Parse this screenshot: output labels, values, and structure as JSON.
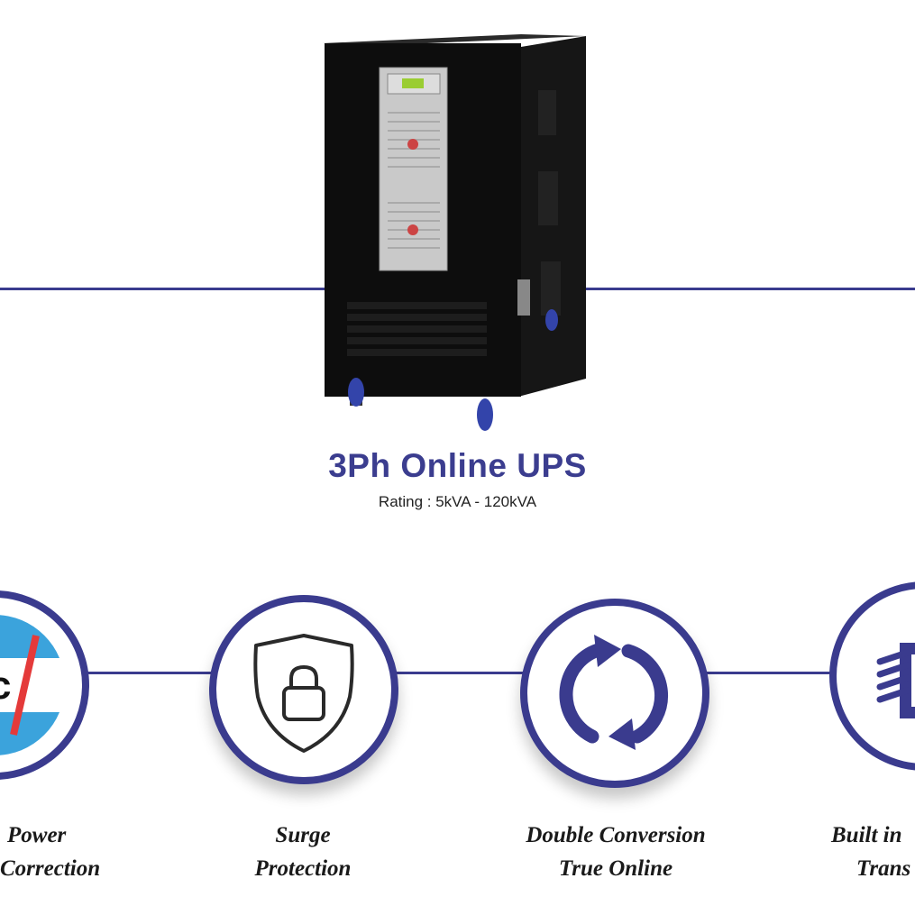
{
  "product": {
    "title": "3Ph Online UPS",
    "rating": "Rating : 5kVA - 120kVA"
  },
  "features": [
    {
      "icon": "power-factor-icon",
      "line1": "Power",
      "line2": "Correction",
      "visible_line1": "Power",
      "visible_line2": "rrection"
    },
    {
      "icon": "shield-lock-icon",
      "line1": "Surge",
      "line2": "Protection"
    },
    {
      "icon": "refresh-cycle-icon",
      "line1": "Double Conversion",
      "line2": "True Online"
    },
    {
      "icon": "transformer-icon",
      "line1": "Built in",
      "line2": "Trans"
    }
  ],
  "colors": {
    "accent": "#3a3b8e",
    "text": "#1a1a1a"
  }
}
